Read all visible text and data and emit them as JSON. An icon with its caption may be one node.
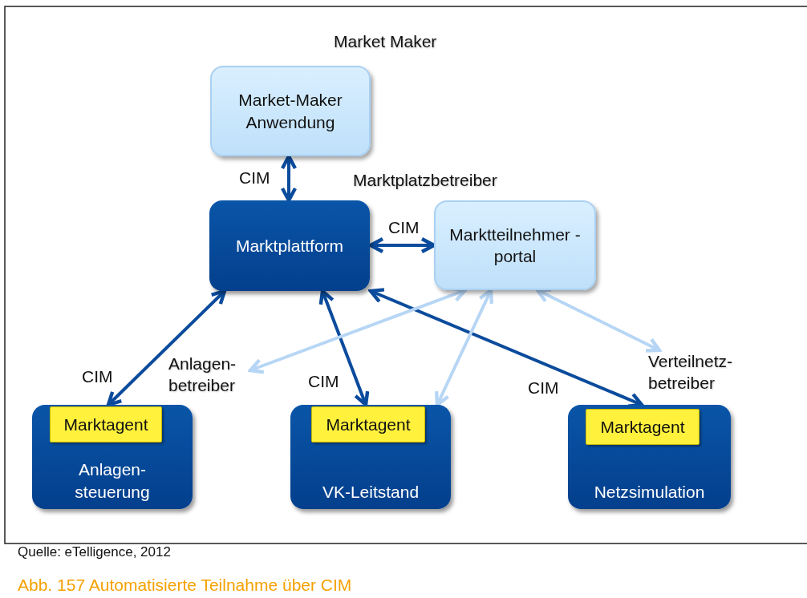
{
  "diagram": {
    "caption": "Abb. 157 Automatisierte Teilnahme über CIM",
    "nodes": [
      {
        "text": [
          "Market-Maker Anwendung"
        ],
        "beside": [
          "Market Maker"
        ]
      },
      {
        "text": [
          "Marktplattform"
        ]
      },
      {
        "text": [
          "Marktteilnehmer -portal"
        ],
        "beside": [
          "Marktplatzbetreiber"
        ]
      },
      {
        "text": [
          "Anlagen- steuerung"
        ]
      },
      {
        "text": [
          "Marktagent"
        ],
        "in": 3
      },
      {
        "text": [
          "VK-Leitstand"
        ]
      },
      {
        "text": [
          "Marktagent"
        ],
        "in": 5
      },
      {
        "text": [
          "Netzsimulation"
        ]
      },
      {
        "text": [
          "Marktagent"
        ],
        "in": 7
      },
      {
        "text": [
          "Anlagen- betreiber"
        ]
      },
      {
        "text": [
          "Verteilnetz- betreiber"
        ]
      }
    ],
    "edges": [
      {
        "from": 0,
        "to": 1,
        "arrow": "both",
        "label": "CIM"
      },
      {
        "from": 1,
        "to": 2,
        "arrow": "both",
        "label": "CIM"
      },
      {
        "from": 1,
        "to": 3,
        "arrow": "both",
        "label": "CIM"
      },
      {
        "from": 1,
        "to": 5,
        "arrow": "both",
        "label": "CIM"
      },
      {
        "from": 1,
        "to": 7,
        "arrow": "both",
        "label": "CIM"
      },
      {
        "from": 2,
        "to": 9,
        "arrow": "both",
        "color": "#b7d6f5"
      },
      {
        "from": 2,
        "to": 5,
        "arrow": "both",
        "color": "#b7d6f5"
      },
      {
        "from": 2,
        "to": 10,
        "arrow": "both",
        "color": "#b7d6f5"
      }
    ],
    "labels": [
      "Quelle: eTelligence, 2012"
    ]
  }
}
